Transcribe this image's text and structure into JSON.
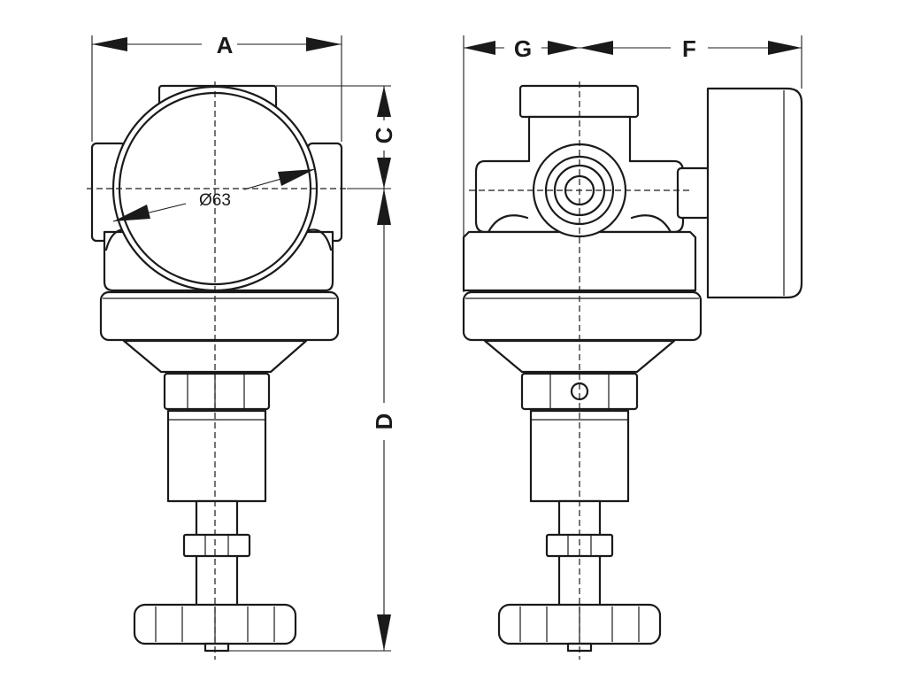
{
  "dimensions": {
    "a": "A",
    "c": "C",
    "d": "D",
    "g": "G",
    "f": "F",
    "gauge_diameter": "Ø63"
  },
  "colors": {
    "line": "#1a1a1a",
    "background": "#ffffff"
  },
  "views": [
    "front-view",
    "side-view"
  ]
}
